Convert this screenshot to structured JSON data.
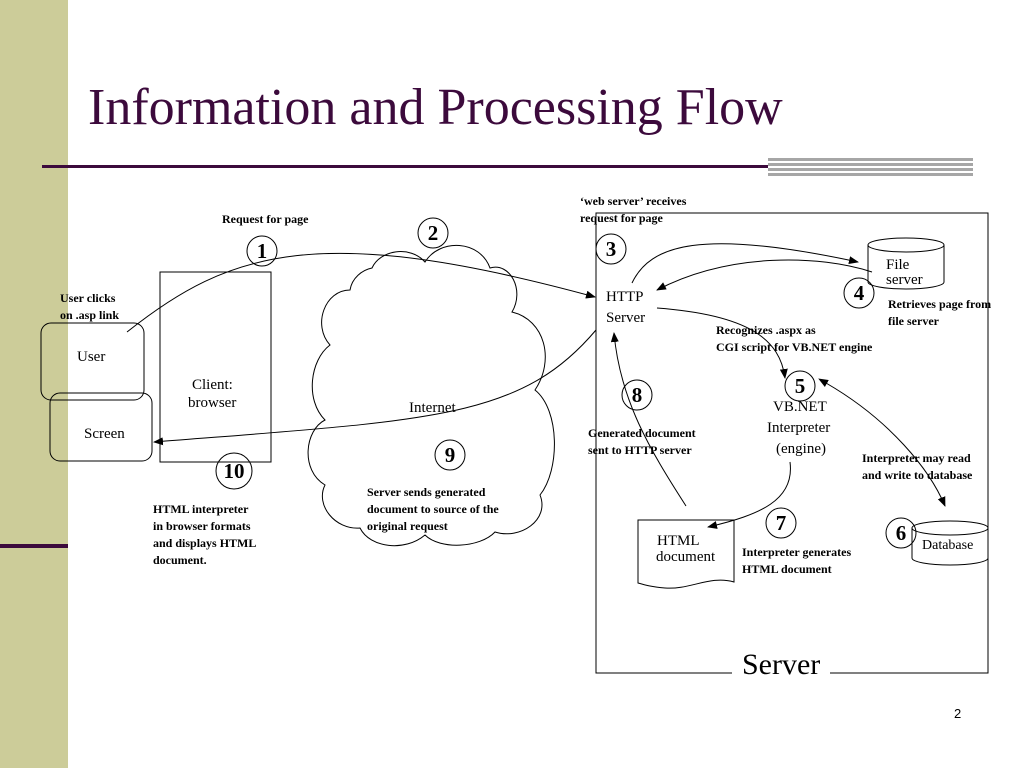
{
  "title": "Information and Processing Flow",
  "page_number": "2",
  "nodes": {
    "user": "User",
    "screen": "Screen",
    "client_line1": "Client:",
    "client_line2": "browser",
    "internet": "Internet",
    "http_line1": "HTTP",
    "http_line2": "Server",
    "file_line1": "File",
    "file_line2": "server",
    "vbnet_line1": "VB.NET",
    "vbnet_line2": "Interpreter",
    "vbnet_line3": "(engine)",
    "html_line1": "HTML",
    "html_line2": "document",
    "database": "Database",
    "server_region": "Server"
  },
  "steps": [
    "1",
    "2",
    "3",
    "4",
    "5",
    "6",
    "7",
    "8",
    "9",
    "10"
  ],
  "notes": {
    "user_clicks_1": "User clicks",
    "user_clicks_2": "on .asp link",
    "request_for_page": "Request for page",
    "web_server_receives_1": "‘web server’ receives",
    "web_server_receives_2": "request for page",
    "retrieves_1": "Retrieves page from",
    "retrieves_2": "file server",
    "recognizes_1": "Recognizes .aspx as",
    "recognizes_2": "CGI script for VB.NET engine",
    "generated_1": "Generated document",
    "generated_2": "sent to HTTP server",
    "interpreter_db_1": "Interpreter may read",
    "interpreter_db_2": "and write to database",
    "server_sends_1": "Server sends generated",
    "server_sends_2": "document to source of the",
    "server_sends_3": "original request",
    "html_interp_1": "HTML interpreter",
    "html_interp_2": "in browser formats",
    "html_interp_3": "and displays HTML",
    "html_interp_4": "document.",
    "interp_generates_1": "Interpreter generates",
    "interp_generates_2": "HTML document"
  }
}
